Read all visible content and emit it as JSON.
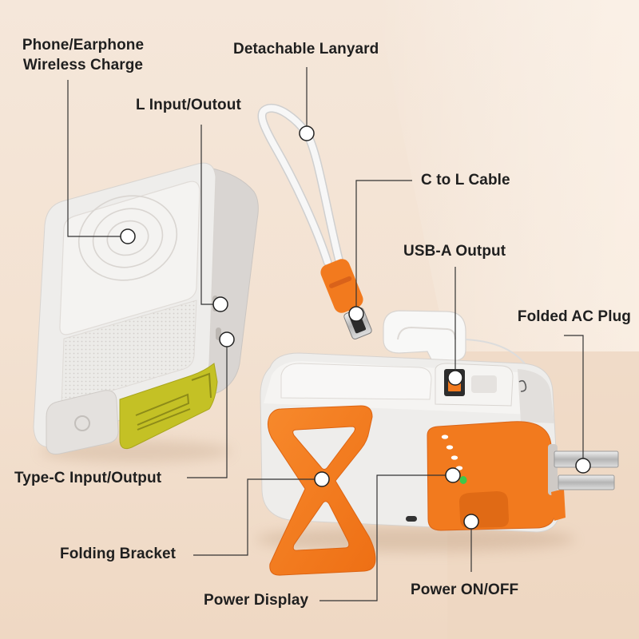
{
  "callouts": {
    "wireless_charge": {
      "line1": "Phone/Earphone",
      "line2": "Wireless Charge"
    },
    "lanyard": "Detachable Lanyard",
    "l_port": "L Input/Outout",
    "c_to_l": "C to L Cable",
    "usb_a": "USB-A Output",
    "ac_plug": "Folded AC Plug",
    "type_c": "Type-C Input/Output",
    "bracket": "Folding Bracket",
    "power_display": "Power Display",
    "power_button": "Power ON/OFF"
  },
  "colors": {
    "device_white": "#eeedeb",
    "accent_orange": "#f27a1e",
    "accent_lime": "#c4c125",
    "indicator_green": "#3cc84a",
    "text": "#1f1f1f"
  }
}
